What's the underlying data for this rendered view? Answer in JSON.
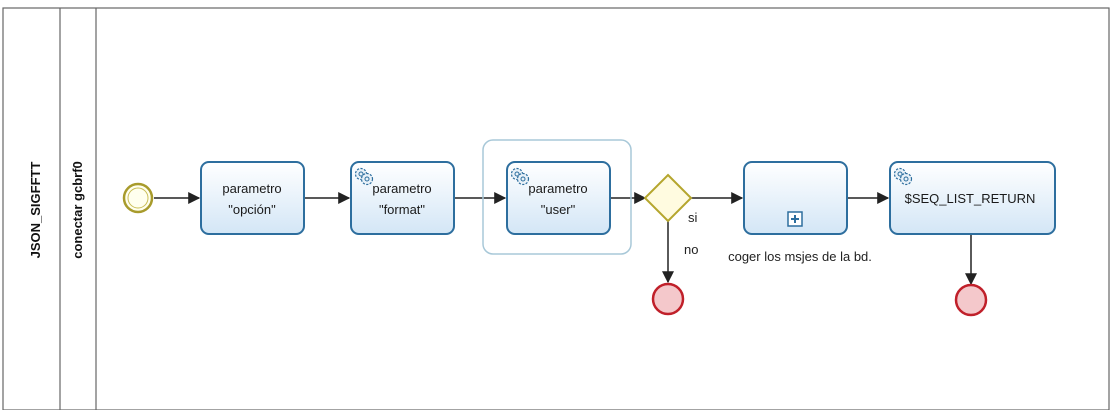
{
  "pool": {
    "label": "JSON_SIGFFTT"
  },
  "lane": {
    "label": "conectar gcbrf0"
  },
  "tasks": [
    {
      "id": "t1",
      "line1": "parametro",
      "line2": "\"opción\"",
      "service": false
    },
    {
      "id": "t2",
      "line1": "parametro",
      "line2": "\"format\"",
      "service": true
    },
    {
      "id": "t3",
      "line1": "parametro",
      "line2": "\"user\"",
      "service": true
    },
    {
      "id": "t4",
      "label": "coger los msjes de la bd.",
      "subprocess": true
    },
    {
      "id": "t5",
      "label": "$SEQ_LIST_RETURN",
      "service": true
    }
  ],
  "gateway": {
    "yes_label": "si",
    "no_label": "no"
  },
  "colors": {
    "task_fill_top": "#ffffff",
    "task_fill_bottom": "#d3e6f6",
    "task_stroke": "#2d6e9e",
    "start_stroke": "#a89b2c",
    "start_fill": "#ffffee",
    "end_stroke": "#c0202a",
    "end_fill": "#f4c8cb",
    "gateway_stroke": "#b5a62e",
    "gateway_fill": "#fffbe0",
    "selection": "#a8c8d8",
    "flow": "#222222",
    "lane_border": "#666666"
  }
}
